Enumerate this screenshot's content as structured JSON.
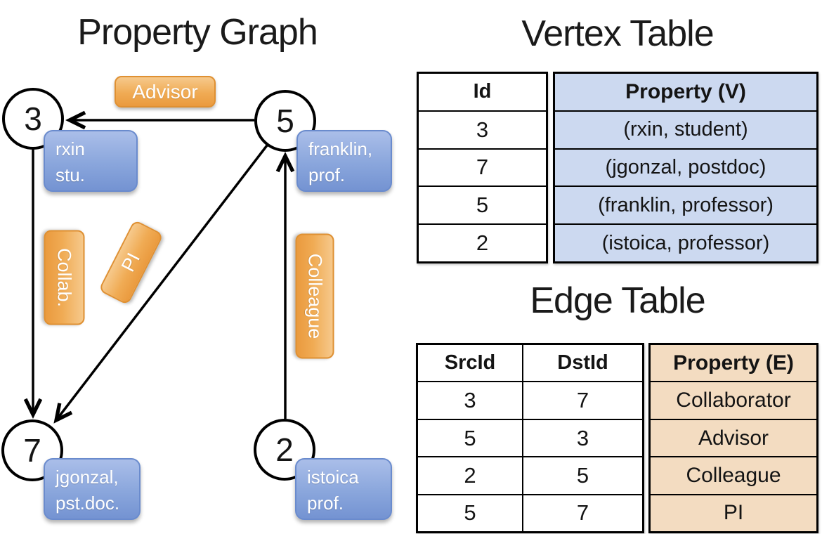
{
  "property_graph": {
    "title": "Property Graph",
    "nodes": [
      {
        "id": "3",
        "label_line1": "rxin",
        "label_line2": "stu."
      },
      {
        "id": "5",
        "label_line1": "franklin,",
        "label_line2": "prof."
      },
      {
        "id": "7",
        "label_line1": "jgonzal,",
        "label_line2": "pst.doc."
      },
      {
        "id": "2",
        "label_line1": "istoica",
        "label_line2": "prof."
      }
    ],
    "edge_labels": [
      {
        "label": "Advisor"
      },
      {
        "label": "Collab."
      },
      {
        "label": "PI"
      },
      {
        "label": "Colleague"
      }
    ]
  },
  "vertex_table": {
    "title": "Vertex Table",
    "columns": {
      "id": "Id",
      "property": "Property (V)"
    },
    "rows": [
      {
        "id": "3",
        "property": "(rxin, student)"
      },
      {
        "id": "7",
        "property": "(jgonzal, postdoc)"
      },
      {
        "id": "5",
        "property": "(franklin, professor)"
      },
      {
        "id": "2",
        "property": "(istoica, professor)"
      }
    ]
  },
  "edge_table": {
    "title": "Edge Table",
    "columns": {
      "src": "SrcId",
      "dst": "DstId",
      "property": "Property (E)"
    },
    "rows": [
      {
        "src": "3",
        "dst": "7",
        "property": "Collaborator"
      },
      {
        "src": "5",
        "dst": "3",
        "property": "Advisor"
      },
      {
        "src": "2",
        "dst": "5",
        "property": "Colleague"
      },
      {
        "src": "5",
        "dst": "7",
        "property": "PI"
      }
    ]
  },
  "colors": {
    "edge_label_orange": "#f0a851",
    "vertex_label_blue": "#8aa6dc",
    "vertex_table_fill": "#ccd9f0",
    "edge_table_fill": "#f3dcc1",
    "line_black": "#000000"
  }
}
